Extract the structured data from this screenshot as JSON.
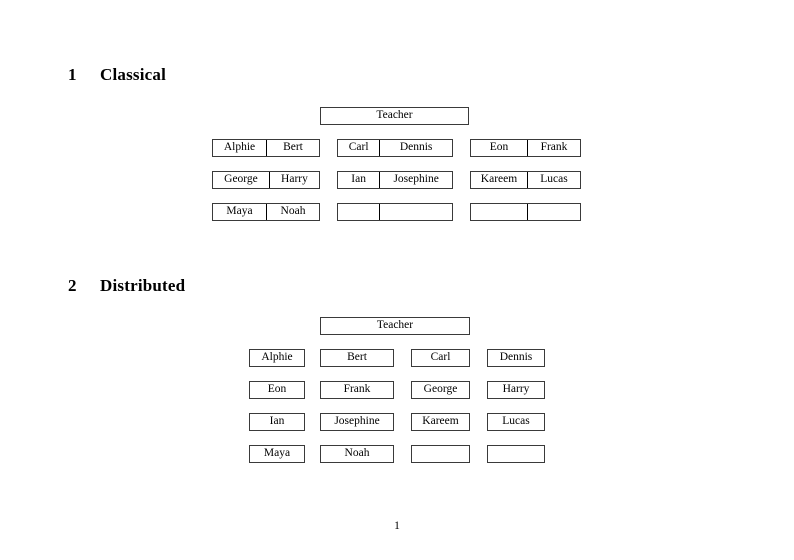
{
  "document": {
    "page_number": "1",
    "border_color": "#3a3a3a",
    "background_color": "#ffffff",
    "text_color": "#000000"
  },
  "sections": [
    {
      "number": "1",
      "title": "Classical",
      "teacher_label": "Teacher",
      "layout": "grouped-pairs",
      "groups": [
        {
          "name": "left-group",
          "rows": [
            {
              "cells": [
                "Alphie",
                "Bert"
              ]
            },
            {
              "cells": [
                "George",
                "Harry"
              ]
            },
            {
              "cells": [
                "Maya",
                "Noah"
              ]
            }
          ]
        },
        {
          "name": "middle-group",
          "rows": [
            {
              "cells": [
                "Carl",
                "Dennis"
              ]
            },
            {
              "cells": [
                "Ian",
                "Josephine"
              ]
            },
            {
              "cells": [
                "",
                ""
              ]
            }
          ]
        },
        {
          "name": "right-group",
          "rows": [
            {
              "cells": [
                "Eon",
                "Frank"
              ]
            },
            {
              "cells": [
                "Kareem",
                "Lucas"
              ]
            },
            {
              "cells": [
                "",
                ""
              ]
            }
          ]
        }
      ]
    },
    {
      "number": "2",
      "title": "Distributed",
      "teacher_label": "Teacher",
      "layout": "individual-seats",
      "rows": [
        {
          "cells": [
            "Alphie",
            "Bert",
            "Carl",
            "Dennis"
          ]
        },
        {
          "cells": [
            "Eon",
            "Frank",
            "George",
            "Harry"
          ]
        },
        {
          "cells": [
            "Ian",
            "Josephine",
            "Kareem",
            "Lucas"
          ]
        },
        {
          "cells": [
            "Maya",
            "Noah",
            "",
            ""
          ]
        }
      ]
    }
  ]
}
